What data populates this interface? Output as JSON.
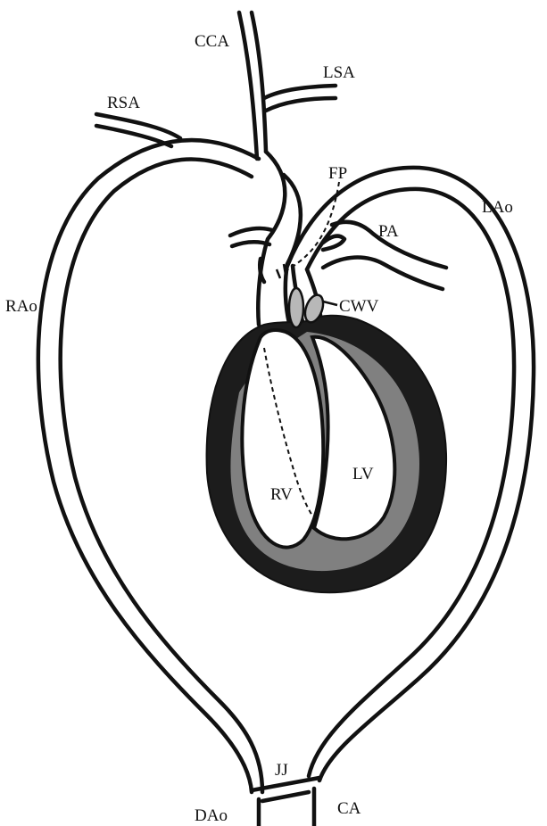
{
  "labels": {
    "cca": "CCA",
    "lsa": "LSA",
    "rsa": "RSA",
    "fp": "FP",
    "lao": "LAo",
    "pa": "PA",
    "rao": "RAo",
    "cwv": "CWV",
    "lv": "LV",
    "rv": "RV",
    "jj": "JJ",
    "dao": "DAo",
    "ca": "CA"
  },
  "colors": {
    "line": "#111111",
    "background": "#ffffff",
    "ventricle_wall": "#1c1c1c",
    "ventricle_muscle": "#808080",
    "valve": "#b8b8b8"
  }
}
